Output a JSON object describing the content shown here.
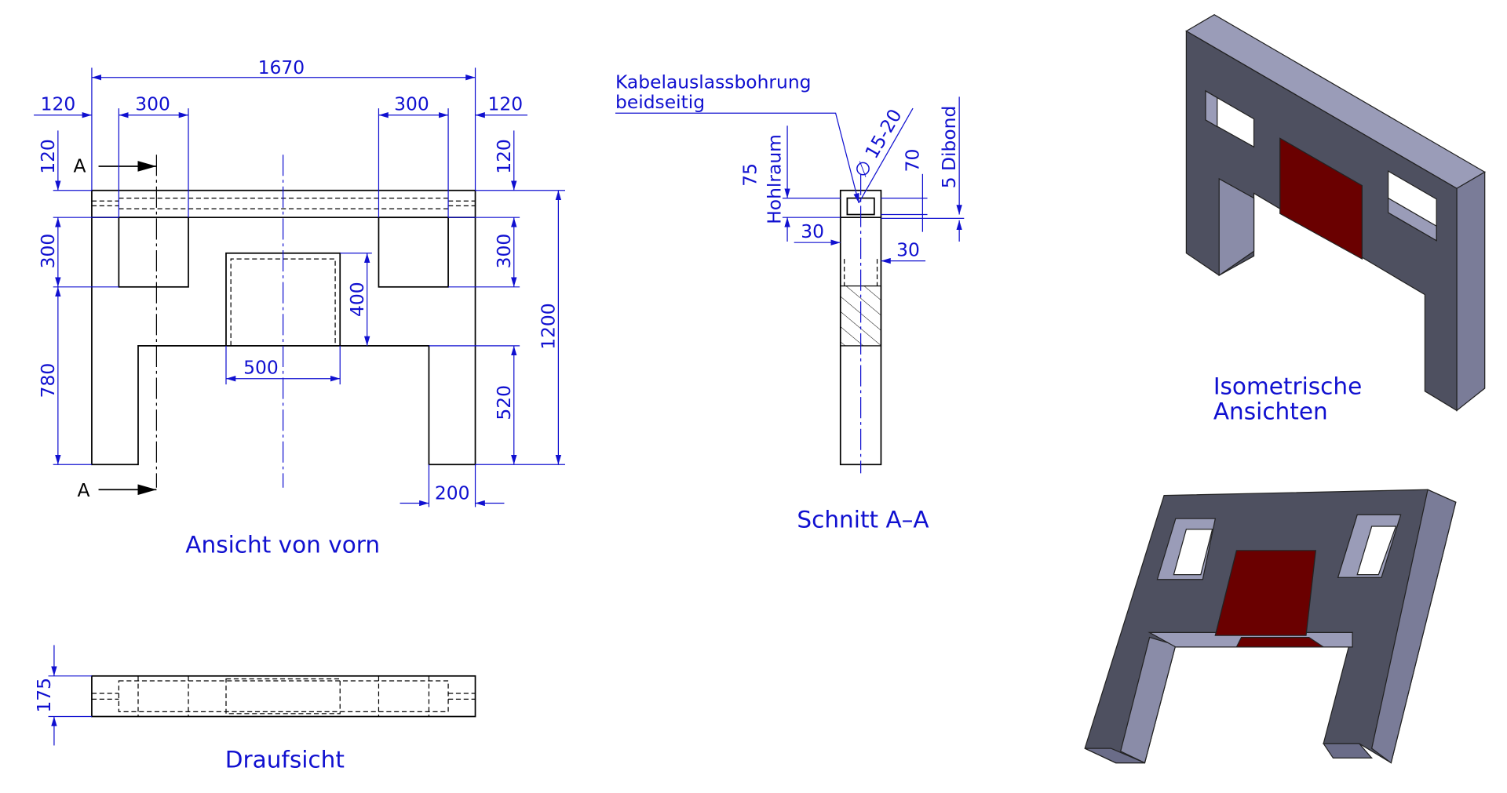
{
  "front_view": {
    "title": "Ansicht von vorn",
    "dims": {
      "overall_width": "1670",
      "left_edge": "120",
      "left_window": "300",
      "right_window": "300",
      "right_edge": "120",
      "top_beam_left": "120",
      "window_height_left": "300",
      "lower_left": "780",
      "top_beam_right": "120",
      "window_height_right": "300",
      "leg_height": "520",
      "overall_height": "1200",
      "center_box_height": "400",
      "center_box_width": "500",
      "leg_width": "200"
    },
    "section_marker": "A"
  },
  "section_view": {
    "title": "Schnitt A–A",
    "note_line1": "Kabelauslassbohrung",
    "note_line2": "beidseitig",
    "dims": {
      "hollow": "75",
      "hollow_label": "Hohlraum",
      "diameter": "∅ 15-20",
      "depth": "70",
      "dibond": "5 Dibond",
      "left_30": "30",
      "right_30": "30"
    }
  },
  "top_view": {
    "title": "Draufsicht",
    "depth": "175"
  },
  "iso_view": {
    "title_line1": "Isometrische",
    "title_line2": "Ansichten"
  },
  "colors": {
    "dimension": "#1010d0",
    "body": "#4e5060",
    "face_light": "#9a9cb8",
    "panel": "#6a0000"
  }
}
